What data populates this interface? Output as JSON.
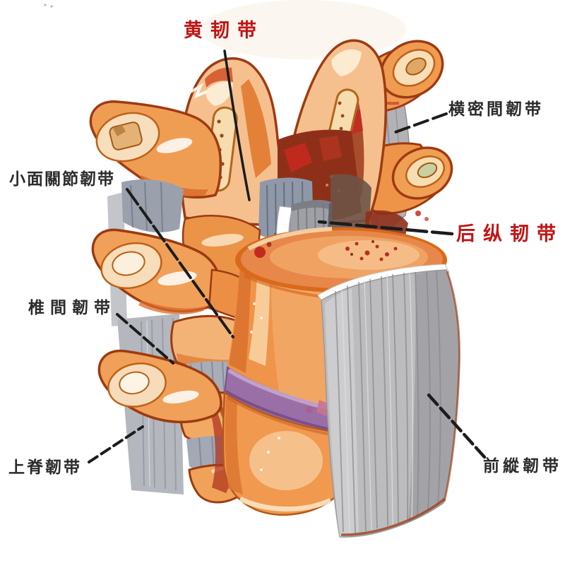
{
  "figure": {
    "description": "Hand-painted anatomical diagram of lumbar vertebrae showing spinal ligaments, lateral oblique view, with Chinese callout labels",
    "background_color": "#ffffff",
    "palette": {
      "bone_light": "#f5c08e",
      "bone_mid": "#f09a52",
      "bone_deep": "#dd7630",
      "bone_outline": "#a03a12",
      "cut_surface_cream": "#f6dcae",
      "maroon": "#8e3019",
      "red_accent": "#c5291f",
      "ligament_gray": "#bcbcbe",
      "ligament_gray_dark": "#85858b",
      "flavum_gray_blue": "#8f98a8",
      "disc_purple": "#9a6fa8",
      "label_black": "#2b2b2b",
      "label_red": "#c01515",
      "leader_line": "#1c1c1c"
    },
    "labels": [
      {
        "id": "ligamentum-flavum",
        "text": "黄韧带",
        "style": "red"
      },
      {
        "id": "intertransverse-ligament",
        "text": "横密間韌带",
        "style": "black"
      },
      {
        "id": "facet-joint-ligament",
        "text": "小面關節韌带",
        "style": "black"
      },
      {
        "id": "posterior-longitudinal-ligament",
        "text": "后纵韧带",
        "style": "red"
      },
      {
        "id": "interspinous-ligament",
        "text": "椎間韌带",
        "style": "black"
      },
      {
        "id": "supraspinous-ligament",
        "text": "上脊韌带",
        "style": "black"
      },
      {
        "id": "anterior-longitudinal-ligament",
        "text": "前縱韌带",
        "style": "black"
      }
    ]
  }
}
